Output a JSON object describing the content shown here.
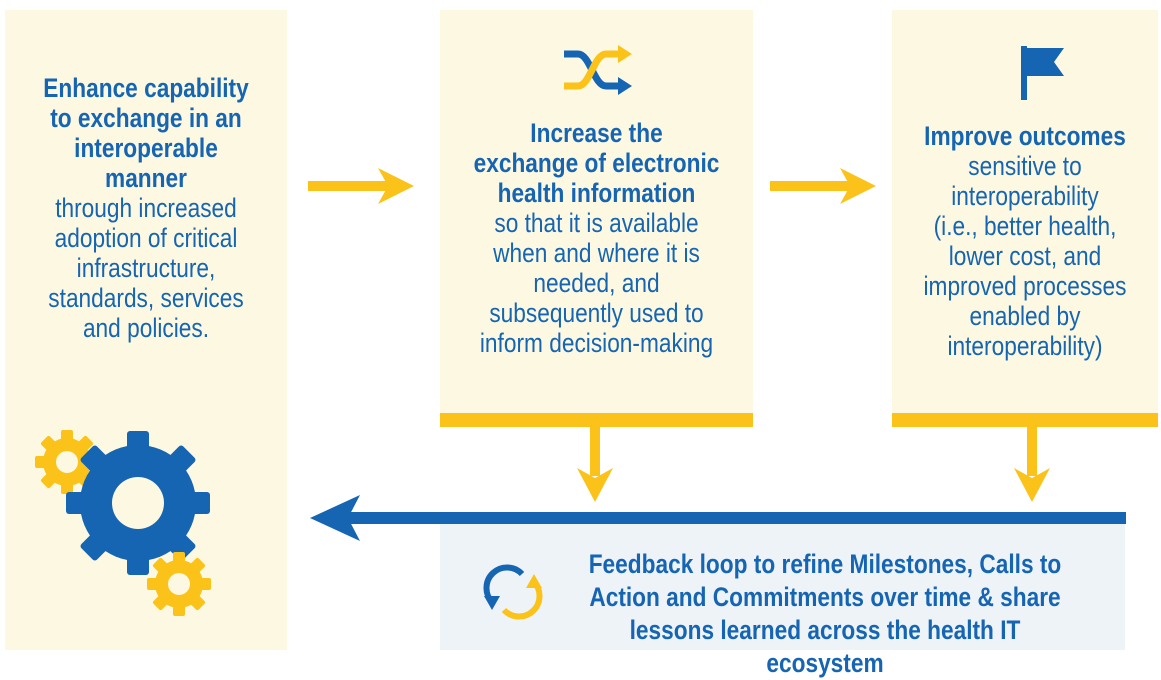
{
  "colors": {
    "blue": "#1565b3",
    "yellow": "#fbc319",
    "panel_bg": "#fdf8e1",
    "feedback_bg": "#eef3f8"
  },
  "panel1": {
    "icon": "gears-icon",
    "bold_lines": [
      "Enhance capability",
      "to exchange in an",
      "interoperable",
      "manner"
    ],
    "lines": [
      "through increased",
      "adoption of critical",
      "infrastructure,",
      "standards, services",
      "and policies."
    ]
  },
  "panel2": {
    "icon": "shuffle-icon",
    "bold_lines": [
      "Increase the",
      "exchange of electronic",
      "health information"
    ],
    "lines": [
      "so that it is available",
      "when and where it is",
      "needed, and",
      "subsequently used to",
      "inform decision-making"
    ]
  },
  "panel3": {
    "icon": "flag-icon",
    "bold_lines": [
      "Improve outcomes"
    ],
    "lines": [
      "sensitive to",
      "interoperability",
      "(i.e., better health,",
      "lower cost, and",
      "improved processes",
      "enabled by",
      "interoperability)"
    ]
  },
  "feedback": {
    "icon": "refresh-icon",
    "lines": [
      "Feedback loop to refine Milestones, Calls to",
      "Action and Commitments over time & share",
      "lessons learned across the health IT ecosystem"
    ]
  }
}
